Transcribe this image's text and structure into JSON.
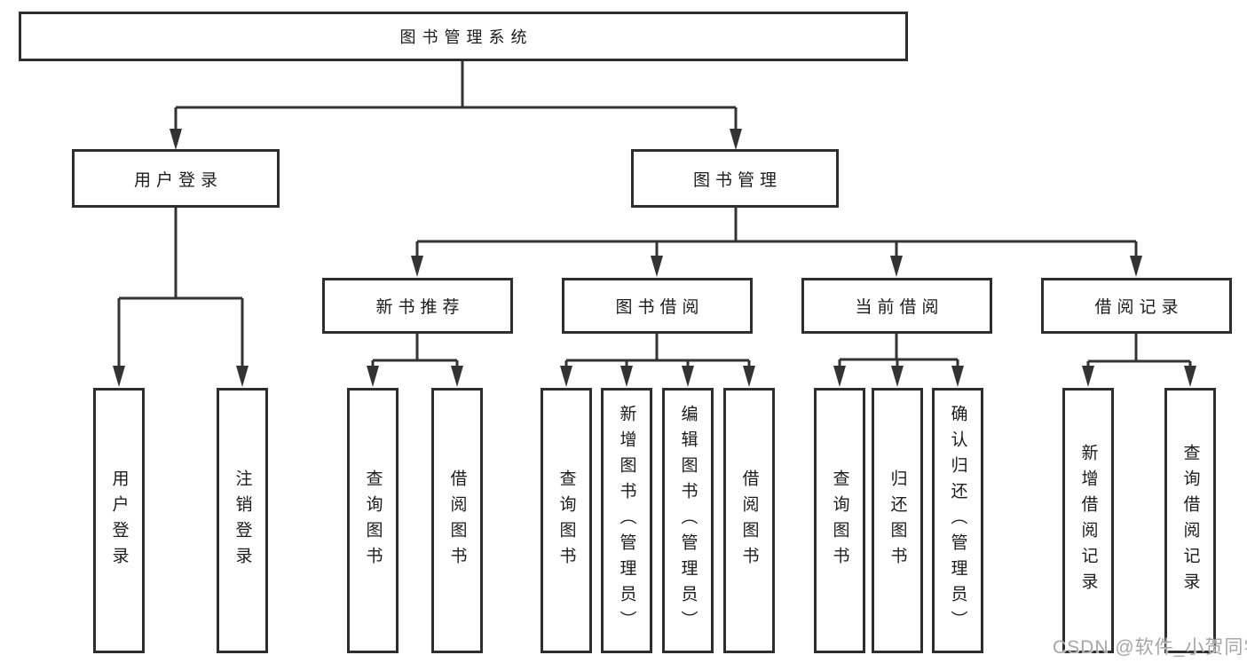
{
  "tree": {
    "label": "图书管理系统",
    "children": [
      {
        "label": "用户登录",
        "children": [
          {
            "label": "用户登录"
          },
          {
            "label": "注销登录"
          }
        ]
      },
      {
        "label": "图书管理",
        "children": [
          {
            "label": "新书推荐",
            "children": [
              {
                "label": "查询图书"
              },
              {
                "label": "借阅图书"
              }
            ]
          },
          {
            "label": "图书借阅",
            "children": [
              {
                "label": "查询图书"
              },
              {
                "label": "新增图书（管理员）"
              },
              {
                "label": "编辑图书（管理员）"
              },
              {
                "label": "借阅图书"
              }
            ]
          },
          {
            "label": "当前借阅",
            "children": [
              {
                "label": "查询图书"
              },
              {
                "label": "归还图书"
              },
              {
                "label": "确认归还（管理员）"
              }
            ]
          },
          {
            "label": "借阅记录",
            "children": [
              {
                "label": "新增借阅记录"
              },
              {
                "label": "查询借阅记录"
              }
            ]
          }
        ]
      }
    ]
  },
  "watermark": {
    "text": "CSDN @软件_小贺同学"
  },
  "colors": {
    "line": "#333333",
    "box_border": "#2e2e2e",
    "text": "#1c1c1c",
    "watermark": "#a6a6a6"
  }
}
